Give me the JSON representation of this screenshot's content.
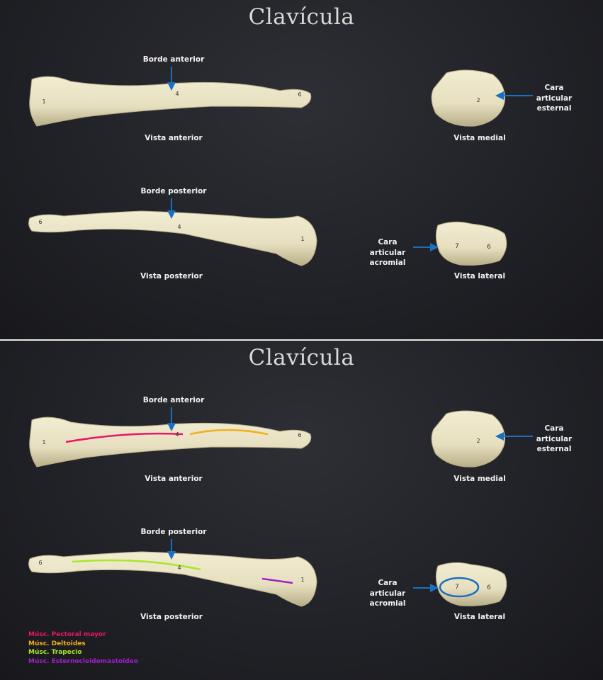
{
  "slides": [
    {
      "title": "Clavícula",
      "borde_anterior": "Borde anterior",
      "borde_posterior": "Borde posterior",
      "vista_anterior": "Vista anterior",
      "vista_posterior": "Vista posterior",
      "vista_medial": "Vista medial",
      "vista_lateral": "Vista lateral",
      "cara_esternal": [
        "Cara",
        "articular",
        "esternal"
      ],
      "cara_acromial": [
        "Cara",
        "articular",
        "acromial"
      ],
      "numbers": {
        "a1": "1",
        "a4": "4",
        "a6": "6",
        "p6": "6",
        "p4": "4",
        "p1": "1",
        "m2": "2",
        "l7": "7",
        "l6": "6"
      }
    },
    {
      "title": "Clavícula",
      "borde_anterior": "Borde anterior",
      "borde_posterior": "Borde posterior",
      "vista_anterior": "Vista anterior",
      "vista_posterior": "Vista posterior",
      "vista_medial": "Vista medial",
      "vista_lateral": "Vista lateral",
      "cara_esternal": [
        "Cara",
        "articular",
        "esternal"
      ],
      "cara_acromial": [
        "Cara",
        "articular",
        "acromial"
      ],
      "numbers": {
        "a1": "1",
        "a4": "4",
        "a6": "6",
        "p6": "6",
        "p4": "4",
        "p1": "1",
        "m2": "2",
        "l7": "7",
        "l6": "6"
      }
    }
  ],
  "legend": [
    {
      "label": "Músc. Pectoral mayor",
      "color": "#e8176a"
    },
    {
      "label": "Músc. Deltoides",
      "color": "#f0b020"
    },
    {
      "label": "Músc. Trapecio",
      "color": "#a6e82a"
    },
    {
      "label": "Músc. Esternocleidomastoideo",
      "color": "#a020c8"
    }
  ],
  "colors": {
    "arrow": "#1a6fc0",
    "bone": "#e6dfbf"
  }
}
